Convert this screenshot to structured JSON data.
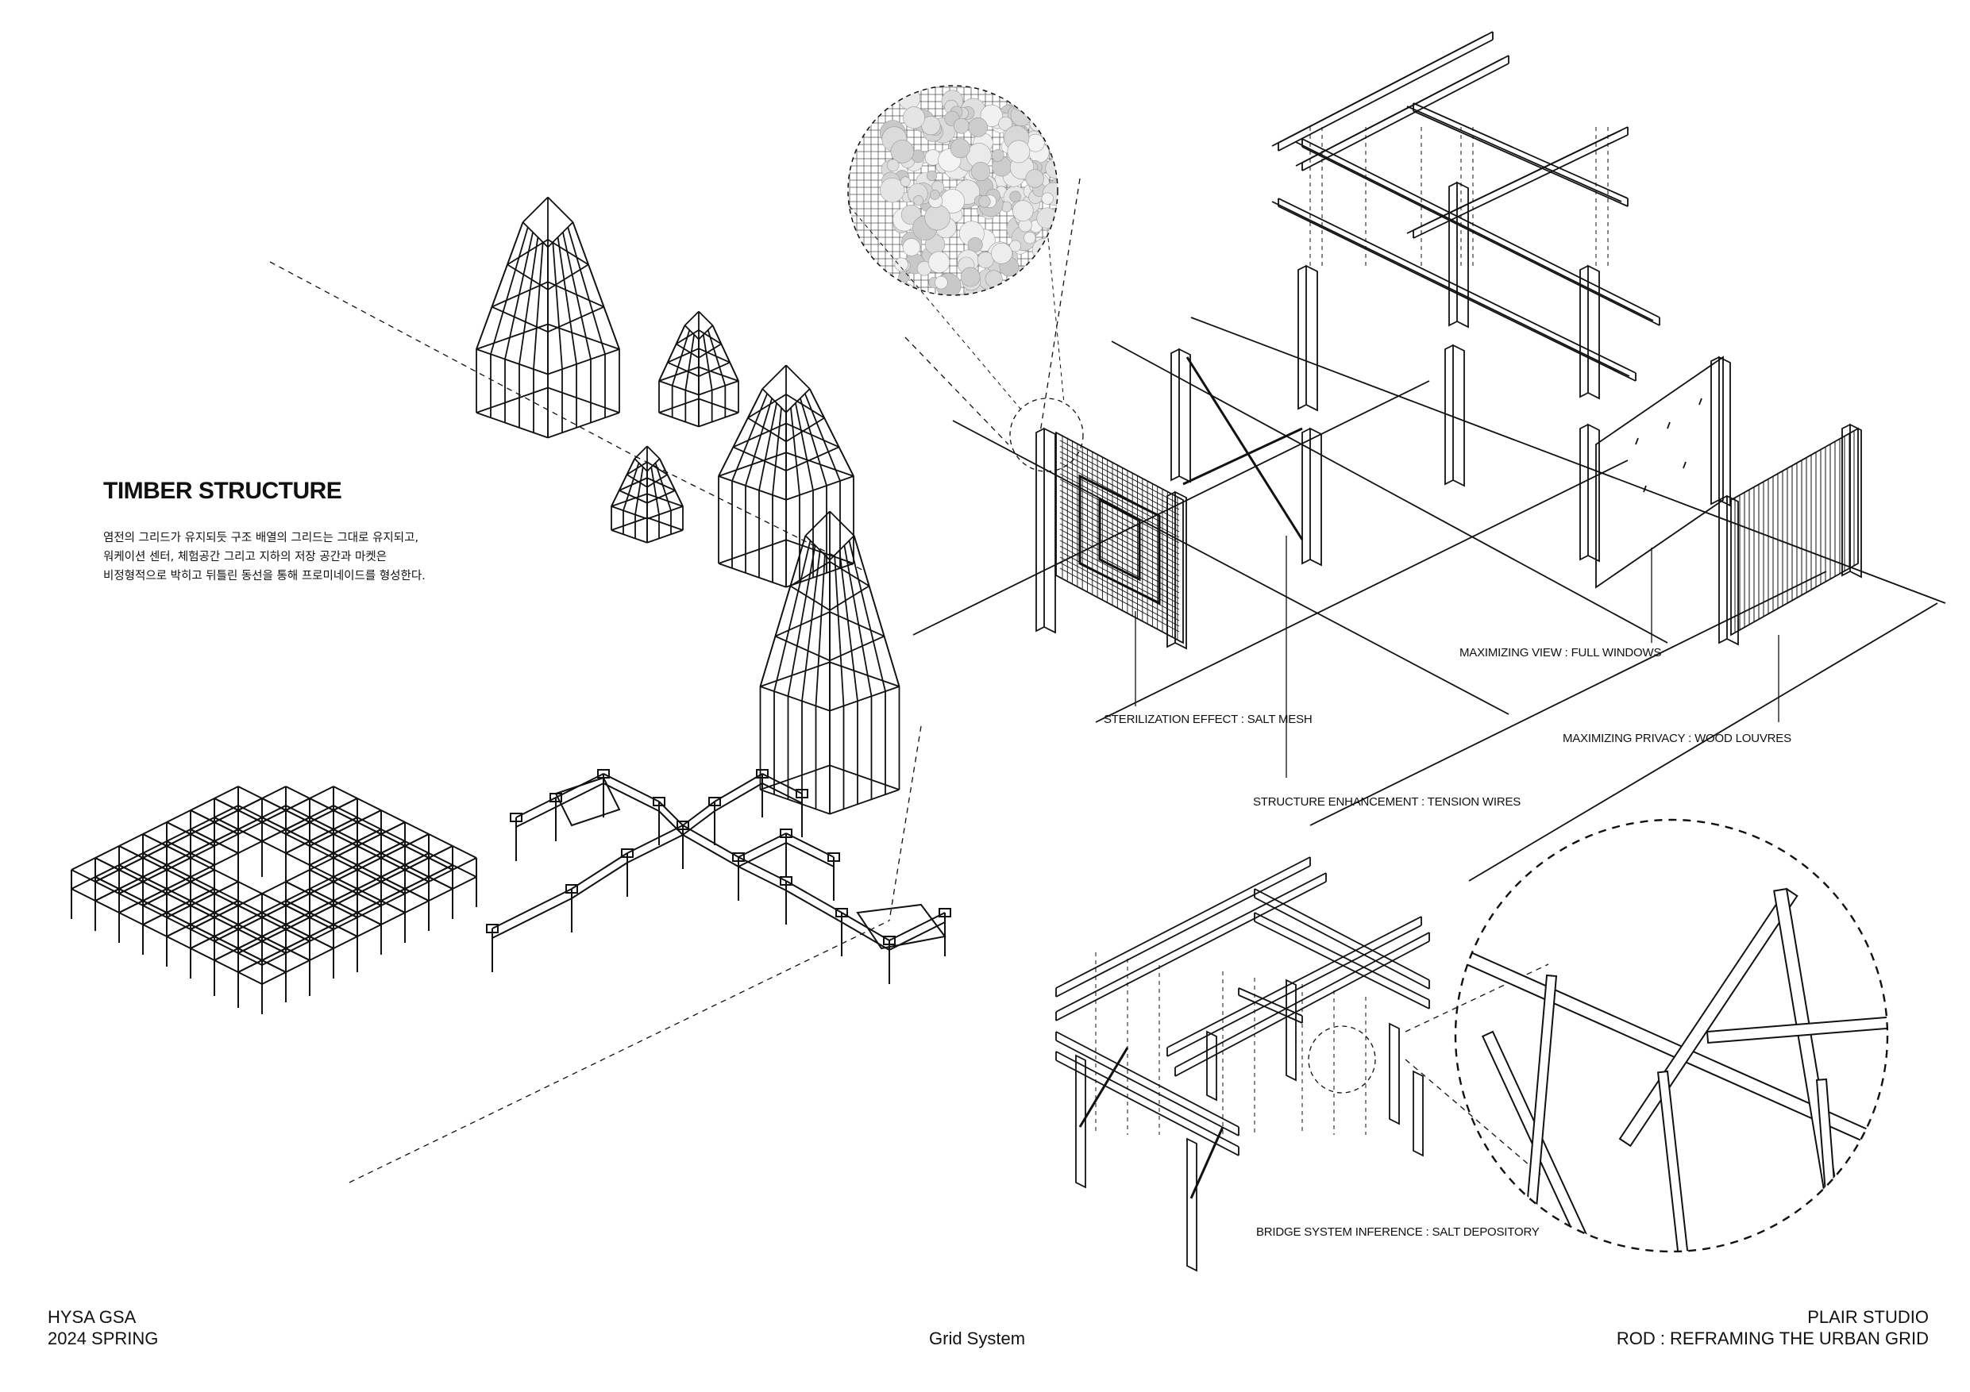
{
  "heading": {
    "title": "TIMBER STRUCTURE",
    "body_lines": [
      "염전의 그리드가 유지되듯 구조 배열의 그리드는 그대로 유지되고,",
      "워케이션 센터, 체험공간 그리고 지하의 저장 공간과 마켓은",
      "비정형적으로 박히고 뒤틀린 동선을 통해 프로미네이드를 형성한다."
    ]
  },
  "callouts": {
    "salt_mesh": "STERILIZATION EFFECT : SALT MESH",
    "tension_wires": "STRUCTURE ENHANCEMENT : TENSION WIRES",
    "full_windows": "MAXIMIZING VIEW : FULL WINDOWS",
    "wood_louvres": "MAXIMIZING PRIVACY : WOOD LOUVRES",
    "salt_depository": "BRIDGE SYSTEM INFERENCE : SALT DEPOSITORY"
  },
  "footer": {
    "left_line1": "HYSA GSA",
    "left_line2": "2024 SPRING",
    "center": "Grid System",
    "right_line1": "PLAIR STUDIO",
    "right_line2": "ROD : REFRAMING THE URBAN GRID"
  },
  "colors": {
    "ink": "#111111",
    "background": "#ffffff",
    "salt": "#d9d9d9"
  }
}
